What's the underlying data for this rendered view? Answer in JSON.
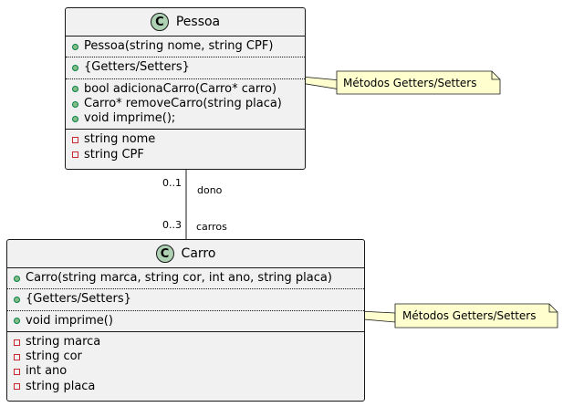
{
  "classes": [
    {
      "name": "Pessoa",
      "stereotype_letter": "C",
      "sections": [
        {
          "style": "solid",
          "members": [
            {
              "vis": "public",
              "text": "Pessoa(string nome, string CPF)"
            }
          ]
        },
        {
          "style": "dotted",
          "members": [
            {
              "vis": "public",
              "text": "{Getters/Setters}"
            }
          ]
        },
        {
          "style": "dotted",
          "members": [
            {
              "vis": "public",
              "text": "bool adicionaCarro(Carro* carro)"
            },
            {
              "vis": "public",
              "text": "Carro* removeCarro(string placa)"
            },
            {
              "vis": "public",
              "text": "void imprime();"
            }
          ]
        },
        {
          "style": "solid",
          "members": [
            {
              "vis": "private",
              "text": "string nome"
            },
            {
              "vis": "private",
              "text": "string CPF"
            }
          ]
        }
      ]
    },
    {
      "name": "Carro",
      "stereotype_letter": "C",
      "sections": [
        {
          "style": "solid",
          "members": [
            {
              "vis": "public",
              "text": "Carro(string marca, string cor, int ano, string placa)"
            }
          ]
        },
        {
          "style": "dotted",
          "members": [
            {
              "vis": "public",
              "text": "{Getters/Setters}"
            }
          ]
        },
        {
          "style": "dotted",
          "members": [
            {
              "vis": "public",
              "text": "void imprime()"
            }
          ]
        },
        {
          "style": "solid",
          "members": [
            {
              "vis": "private",
              "text": "string marca"
            },
            {
              "vis": "private",
              "text": "string cor"
            },
            {
              "vis": "private",
              "text": "int ano"
            },
            {
              "vis": "private",
              "text": "string placa"
            }
          ]
        }
      ]
    }
  ],
  "notes": {
    "pessoa_note": "Métodos Getters/Setters",
    "carro_note": "Métodos Getters/Setters"
  },
  "association": {
    "top_multiplicity": "0..1",
    "top_role": "dono",
    "bottom_multiplicity": "0..3",
    "bottom_role": "carros"
  },
  "colors": {
    "class_fill": "#f1f1f1",
    "badge_fill": "#add1b2",
    "note_fill": "#fefece",
    "public_marker": "#84be84",
    "private_marker": "#c82930"
  }
}
